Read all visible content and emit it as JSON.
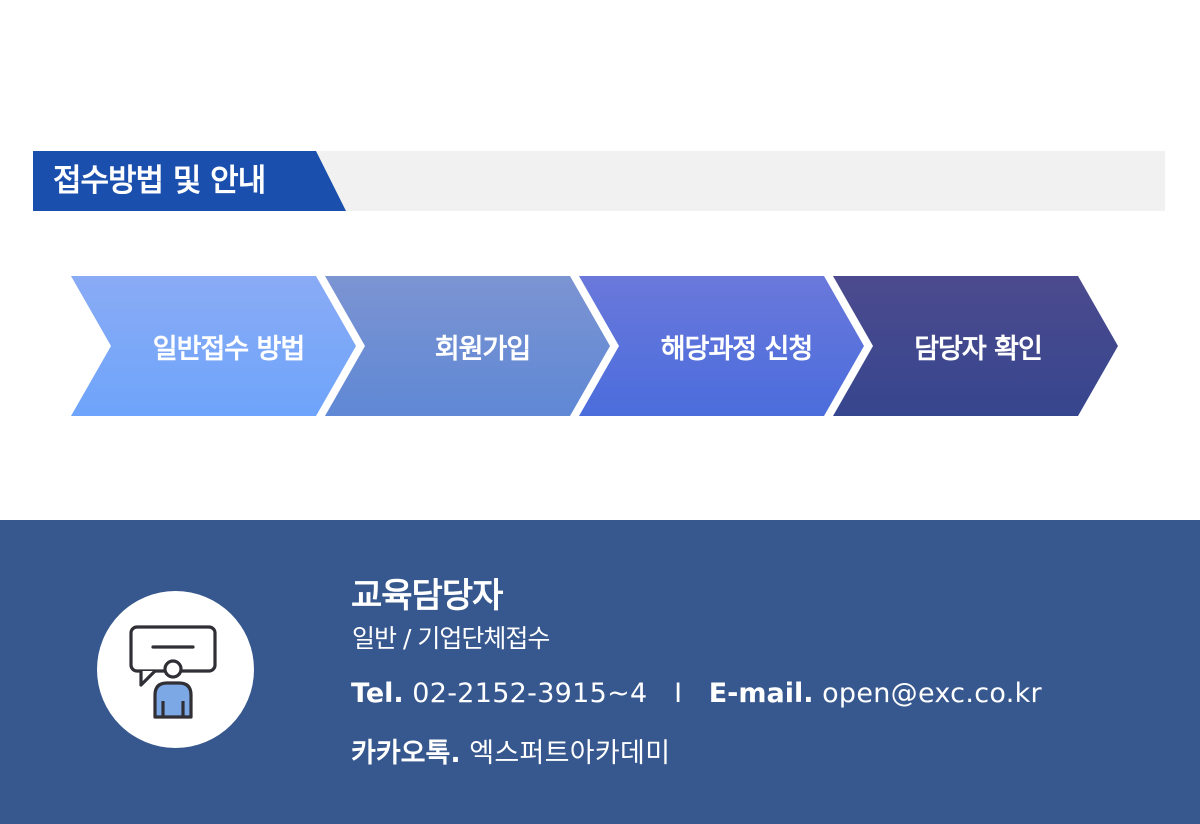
{
  "section": {
    "title": "접수방법 및 안내"
  },
  "steps": [
    {
      "label": "일반접수 방법",
      "color_top": "#8aaaf3",
      "color_bottom": "#6fa3fb"
    },
    {
      "label": "회원가입",
      "color_top": "#7b94d3",
      "color_bottom": "#6086d2"
    },
    {
      "label": "해당과정 신청",
      "color_top": "#6876dc",
      "color_bottom": "#4d6ad9"
    },
    {
      "label": "담당자 확인",
      "color_top": "#4a4a8f",
      "color_bottom": "#39448c"
    }
  ],
  "contact": {
    "title": "교육담당자",
    "subtitle": "일반 / 기업단체접수",
    "tel_key": "Tel.",
    "tel_value": "02-2152-3915~4",
    "separator": "I",
    "email_key": "E-mail.",
    "email_value": "open@exc.co.kr",
    "kakao_key": "카카오톡.",
    "kakao_value": "엑스퍼트아카데미",
    "icon": "person-presenting-board-icon"
  },
  "colors": {
    "section_tab": "#1a4fad",
    "section_bar": "#f1f1f1",
    "footer_bg": "#37588e"
  }
}
